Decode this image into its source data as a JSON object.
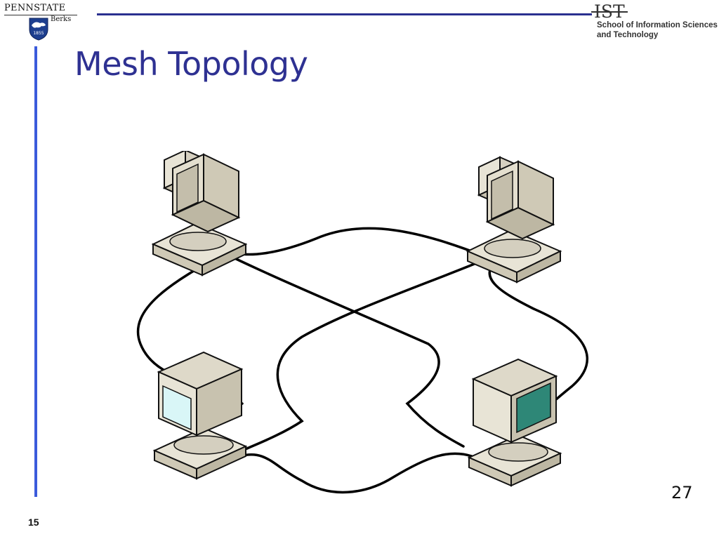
{
  "header": {
    "left_logo": {
      "institution": "PENNSTATE",
      "campus": "Berks",
      "seal_text": "1855"
    },
    "right_logo": {
      "mark": "IST",
      "line1": "School of Information Sciences",
      "line2": "and Technology"
    },
    "accent_color": "#2a2f8f"
  },
  "slide": {
    "title": "Mesh Topology",
    "title_color": "#2e3192",
    "page_number": "27",
    "footer_number": "15"
  },
  "diagram": {
    "type": "mesh-network",
    "nodes": [
      {
        "name": "computer-top-left",
        "screen_color": "#d8d3c5"
      },
      {
        "name": "computer-top-right",
        "screen_color": "#d8d3c5"
      },
      {
        "name": "computer-bottom-left",
        "screen_color": "#d9f6f7"
      },
      {
        "name": "computer-bottom-right",
        "screen_color": "#2e8777"
      }
    ],
    "links": [
      [
        "computer-top-left",
        "computer-top-right"
      ],
      [
        "computer-top-left",
        "computer-bottom-left"
      ],
      [
        "computer-top-left",
        "computer-bottom-right"
      ],
      [
        "computer-top-right",
        "computer-bottom-left"
      ],
      [
        "computer-top-right",
        "computer-bottom-right"
      ],
      [
        "computer-bottom-left",
        "computer-bottom-right"
      ]
    ]
  }
}
